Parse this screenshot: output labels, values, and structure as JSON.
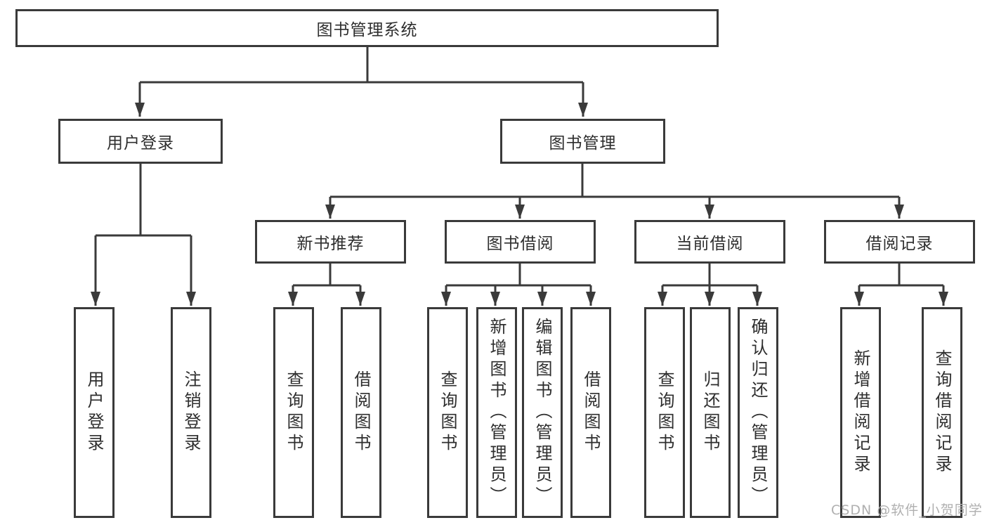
{
  "colors": {
    "line": "#3a3a3a",
    "box_border": "#3a3a3a",
    "text": "#2e2e2e",
    "watermark": "#b0b0b0"
  },
  "tree": {
    "label": "图书管理系统",
    "children": [
      {
        "label": "用户登录",
        "children": [
          {
            "label": "用户登录"
          },
          {
            "label": "注销登录"
          }
        ]
      },
      {
        "label": "图书管理",
        "children": [
          {
            "label": "新书推荐",
            "children": [
              {
                "label": "查询图书"
              },
              {
                "label": "借阅图书"
              }
            ]
          },
          {
            "label": "图书借阅",
            "children": [
              {
                "label": "查询图书"
              },
              {
                "label": "新增图书（管理员）"
              },
              {
                "label": "编辑图书（管理员）"
              },
              {
                "label": "借阅图书"
              }
            ]
          },
          {
            "label": "当前借阅",
            "children": [
              {
                "label": "查询图书"
              },
              {
                "label": "归还图书"
              },
              {
                "label": "确认归还（管理员）"
              }
            ]
          },
          {
            "label": "借阅记录",
            "children": [
              {
                "label": "新增借阅记录"
              },
              {
                "label": "查询借阅记录"
              }
            ]
          }
        ]
      }
    ]
  },
  "watermark": "CSDN @软件_小贺同学"
}
